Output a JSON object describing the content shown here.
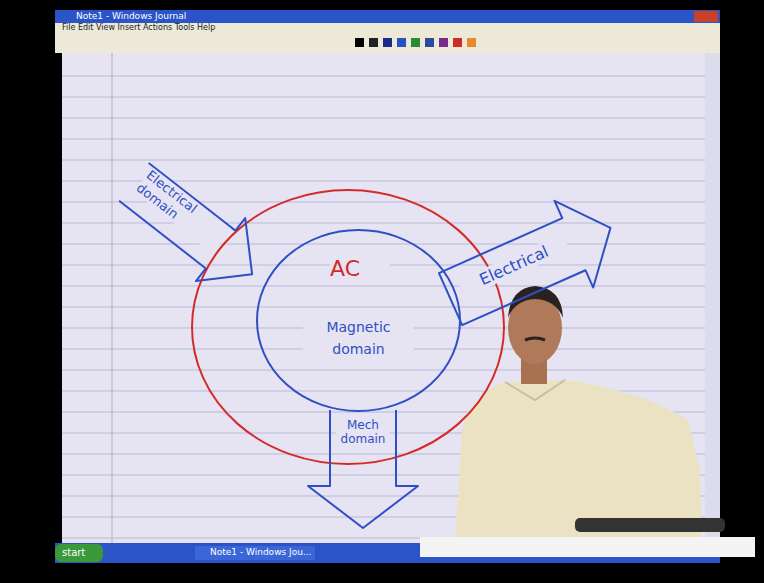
{
  "diagram": {
    "nodes": [
      {
        "text": [
          "AC"
        ]
      },
      {
        "text": [
          "Magnetic domain"
        ],
        "in": 0
      },
      {
        "text": [
          "Electrical domain"
        ]
      },
      {
        "text": [
          "Electrical"
        ]
      },
      {
        "text": [
          "Mech domain"
        ]
      }
    ],
    "labels": [
      "Note1 - Windows Journal",
      "File Edit View Insert Actions Tools Help",
      "start",
      "Note1 - Windows Jou..."
    ]
  }
}
